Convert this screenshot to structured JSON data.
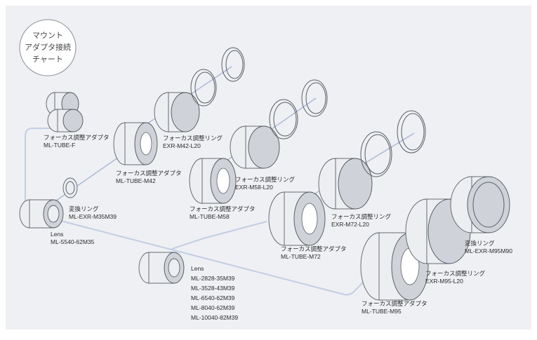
{
  "badge": {
    "line1": "マウント",
    "line2": "アダプタ接続",
    "line3": "チャート"
  },
  "labels": {
    "tube_f": {
      "name": "フォーカス調整アダプタ",
      "model": "ML-TUBE-F"
    },
    "tube_m42": {
      "name": "フォーカス調整アダプタ",
      "model": "ML-TUBE-M42"
    },
    "ring_m42": {
      "name": "フォーカス調整リング",
      "model": "EXR-M42-L20"
    },
    "conv_m35m39": {
      "name": "変換リング",
      "model": "ML-EXR-M35M39"
    },
    "lens_5540": {
      "name": "Lens",
      "model": "ML-5540-62M35"
    },
    "ring_m58": {
      "name": "フォーカス調整リング",
      "model": "EXR-M58-L20"
    },
    "tube_m58": {
      "name": "フォーカス調整アダプタ",
      "model": "ML-TUBE-M58"
    },
    "ring_m72": {
      "name": "フォーカス調整リング",
      "model": "EXR-M72-L20"
    },
    "tube_m72": {
      "name": "フォーカス調整アダプタ",
      "model": "ML-TUBE-M72"
    },
    "lens_group": {
      "name": "Lens",
      "models": [
        "ML-2828-35M39",
        "ML-3528-43M39",
        "ML-6540-62M39",
        "ML-8040-62M39",
        "ML-10040-82M39"
      ]
    },
    "conv_m95m90": {
      "name": "変換リング",
      "model": "ML-EXR-M95M90"
    },
    "ring_m95": {
      "name": "フォーカス調整リング",
      "model": "EXR-M95-L20"
    },
    "tube_m95": {
      "name": "フォーカス調整アダプタ",
      "model": "ML-TUBE-M95"
    }
  },
  "colors": {
    "panel": "#eef0f3",
    "line": "#a9b7d6",
    "outline": "#5b5f66"
  }
}
